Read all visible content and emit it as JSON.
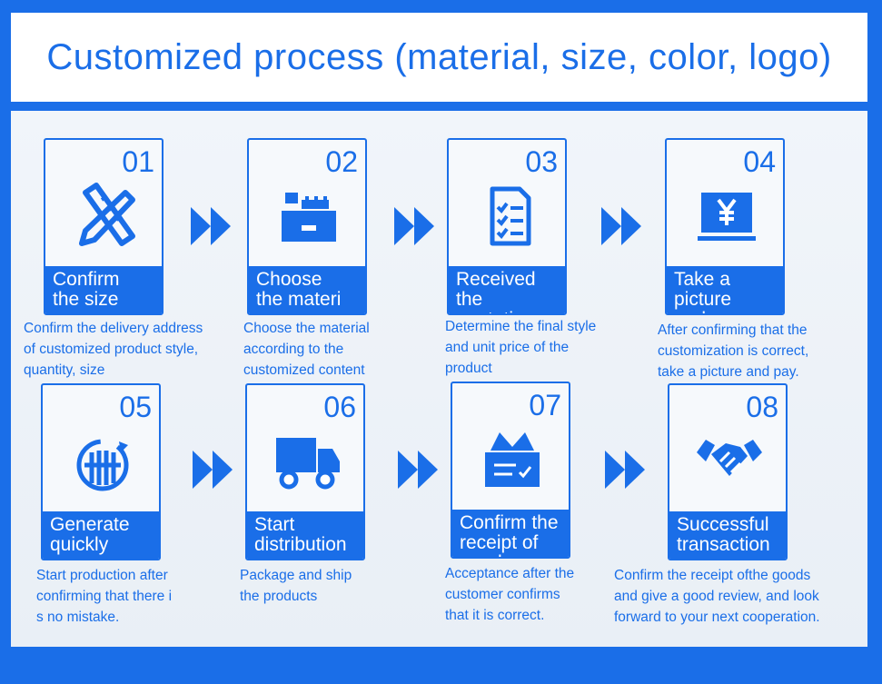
{
  "title": "Customized process (material, size, color, logo)",
  "colors": {
    "accent": "#1a6ee8",
    "background": "#eef3f8",
    "white": "#ffffff"
  },
  "steps": [
    {
      "number": "01",
      "label": "Confirm\nthe size",
      "icon": "ruler-pencil-icon",
      "description": "Confirm the delivery address\nof customized product style,\nquantity, size"
    },
    {
      "number": "02",
      "label": "Choose\nthe materi",
      "icon": "material-box-icon",
      "description": "Choose the material\naccording to the\n customized content"
    },
    {
      "number": "03",
      "label": "Received the\nquotation",
      "icon": "checklist-icon",
      "description": "Determine the final style\n and unit price of the\n product"
    },
    {
      "number": "04",
      "label": "Take a picture\nand pay",
      "icon": "yen-payment-icon",
      "description": "After confirming that the\ncustomization is correct,\n take a picture and pay."
    },
    {
      "number": "05",
      "label": "Generate\n quickly",
      "icon": "factory-cycle-icon",
      "description": "Start production after\nconfirming that there i\ns no mistake."
    },
    {
      "number": "06",
      "label": "Start\ndistribution",
      "icon": "delivery-truck-icon",
      "description": "Package and ship\n the products"
    },
    {
      "number": "07",
      "label": "Confirm the\nreceipt of\ngoods",
      "icon": "open-package-icon",
      "description": "Acceptance after the\ncustomer confirms\nthat it is correct."
    },
    {
      "number": "08",
      "label": "Successful\ntransaction",
      "icon": "handshake-icon",
      "description": "Confirm the receipt ofthe goods\nand give a good review, and look\nforward to your next cooperation."
    }
  ]
}
